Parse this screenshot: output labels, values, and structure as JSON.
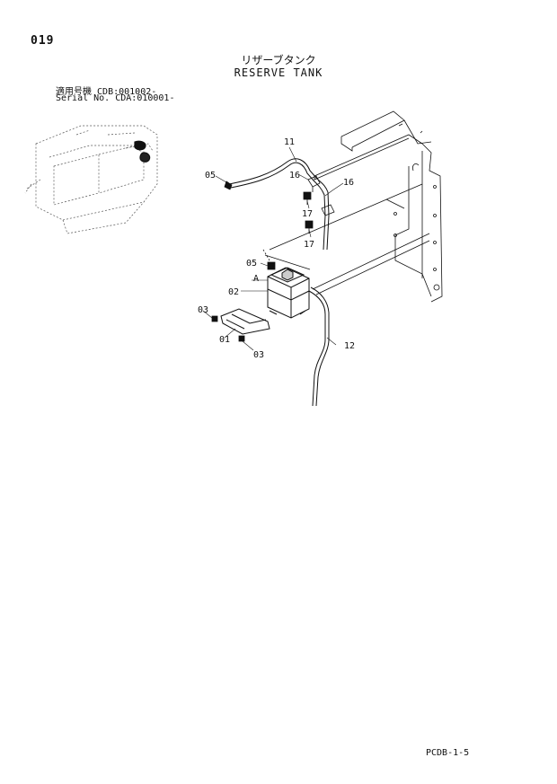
{
  "page_number": "019",
  "title_jp": "リザーブタンク",
  "title_en": "RESERVE TANK",
  "serial": {
    "line1_label": "適用号機",
    "line1_value": "CDB:001002-",
    "line2_label": "Serial No.",
    "line2_value": "CDA:010001-"
  },
  "callouts": {
    "c11": "11",
    "c05a": "05",
    "c16a": "16",
    "c16b": "16",
    "c17a": "17",
    "c17b": "17",
    "c05b": "05",
    "cA": "A",
    "c02": "02",
    "c03a": "03",
    "c01": "01",
    "c03b": "03",
    "c12": "12"
  },
  "footer_code": "PCDB-1-5"
}
